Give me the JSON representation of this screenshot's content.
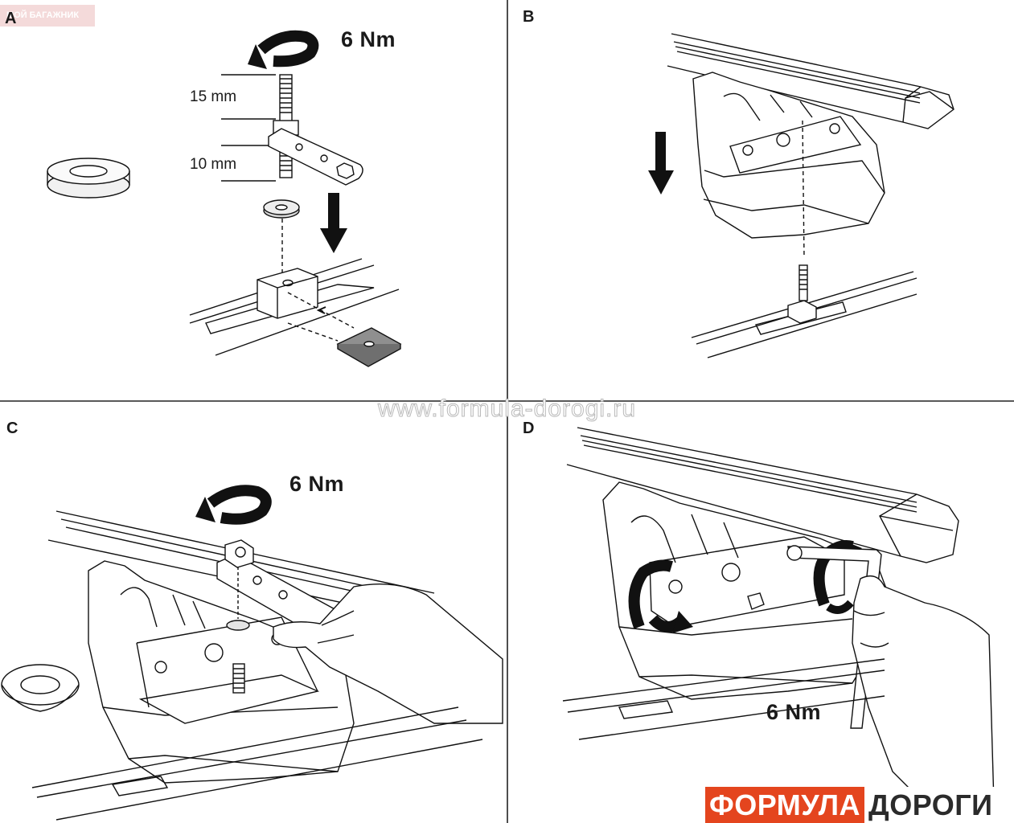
{
  "watermark_badge": "МОЙ БАГАЖНИК",
  "panels": {
    "a": {
      "letter": "A",
      "torque": "6 Nm",
      "dim_upper": "15 mm",
      "dim_lower": "10 mm"
    },
    "b": {
      "letter": "B"
    },
    "c": {
      "letter": "C",
      "torque": "6 Nm"
    },
    "d": {
      "letter": "D",
      "torque": "6 Nm"
    }
  },
  "watermark_url": "www.formula-dorogi.ru",
  "brand": {
    "part1": "ФОРМУЛА",
    "part2": "ДОРОГИ",
    "accent": "#e4451e"
  }
}
